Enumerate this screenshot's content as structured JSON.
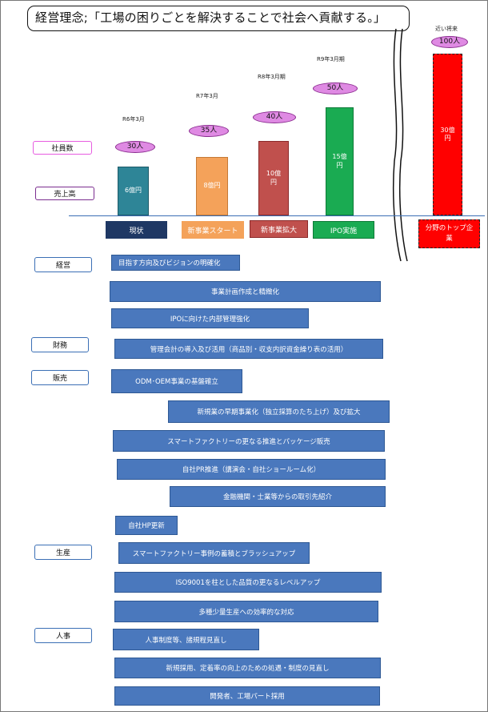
{
  "title": "経営理念;「工場の困りごとを解決することで社会へ貢献する。」",
  "labels": {
    "employees": "社員数",
    "sales": "売上高",
    "keiei": "経営",
    "zaimu": "財務",
    "hanbai": "販売",
    "seisan": "生産",
    "jinji": "人事"
  },
  "chart_data": {
    "type": "bar",
    "categories": [
      "現状",
      "新事業スタート",
      "新事業拡大",
      "IPO実施",
      "分野のトップ企業"
    ],
    "periods": [
      "R6年3月",
      "R7年3月",
      "R8年3月期",
      "R9年3月期",
      "近い将来"
    ],
    "employees": [
      "30人",
      "35人",
      "40人",
      "50人",
      "100人"
    ],
    "sales_labels": [
      "6億円",
      "8億円",
      "10億円",
      "15億円",
      "30億円"
    ],
    "values": [
      6,
      8,
      10,
      15,
      30
    ],
    "colors": [
      "#2e8597",
      "#f4a25a",
      "#c0504d",
      "#1aab52",
      "#ff0000"
    ]
  },
  "tasks": [
    {
      "text": "目指す方向及びビジョンの明確化"
    },
    {
      "text": "事業計画作成と精緻化"
    },
    {
      "text": "IPOに向けた内部管理強化"
    },
    {
      "text": "管理会計の導入及び活用（商品別・収支内訳資金繰り表の活用）"
    },
    {
      "text": "ODM･OEM事業の基盤確立"
    },
    {
      "text": "新規業の早期事業化（独立採算のたち上げ）及び拡大"
    },
    {
      "text": "スマートファクトリーの更なる推進とパッケージ販売"
    },
    {
      "text": "自社PR推進（講演会・自社ショールーム化）"
    },
    {
      "text": "金融機関・士業等からの取引先紹介"
    },
    {
      "text": "自社HP更新"
    },
    {
      "text": "スマートファクトリー事例の蓄積とブラッシュアップ"
    },
    {
      "text": "ISO9001を柱とした品質の更なるレベルアップ"
    },
    {
      "text": "多種少量生産への効率的な対応"
    },
    {
      "text": "人事制度等、諸規程見直し"
    },
    {
      "text": "新規採用、定着率の向上のための処遇・制度の見直し"
    },
    {
      "text": "開発者、工場パート採用"
    }
  ]
}
